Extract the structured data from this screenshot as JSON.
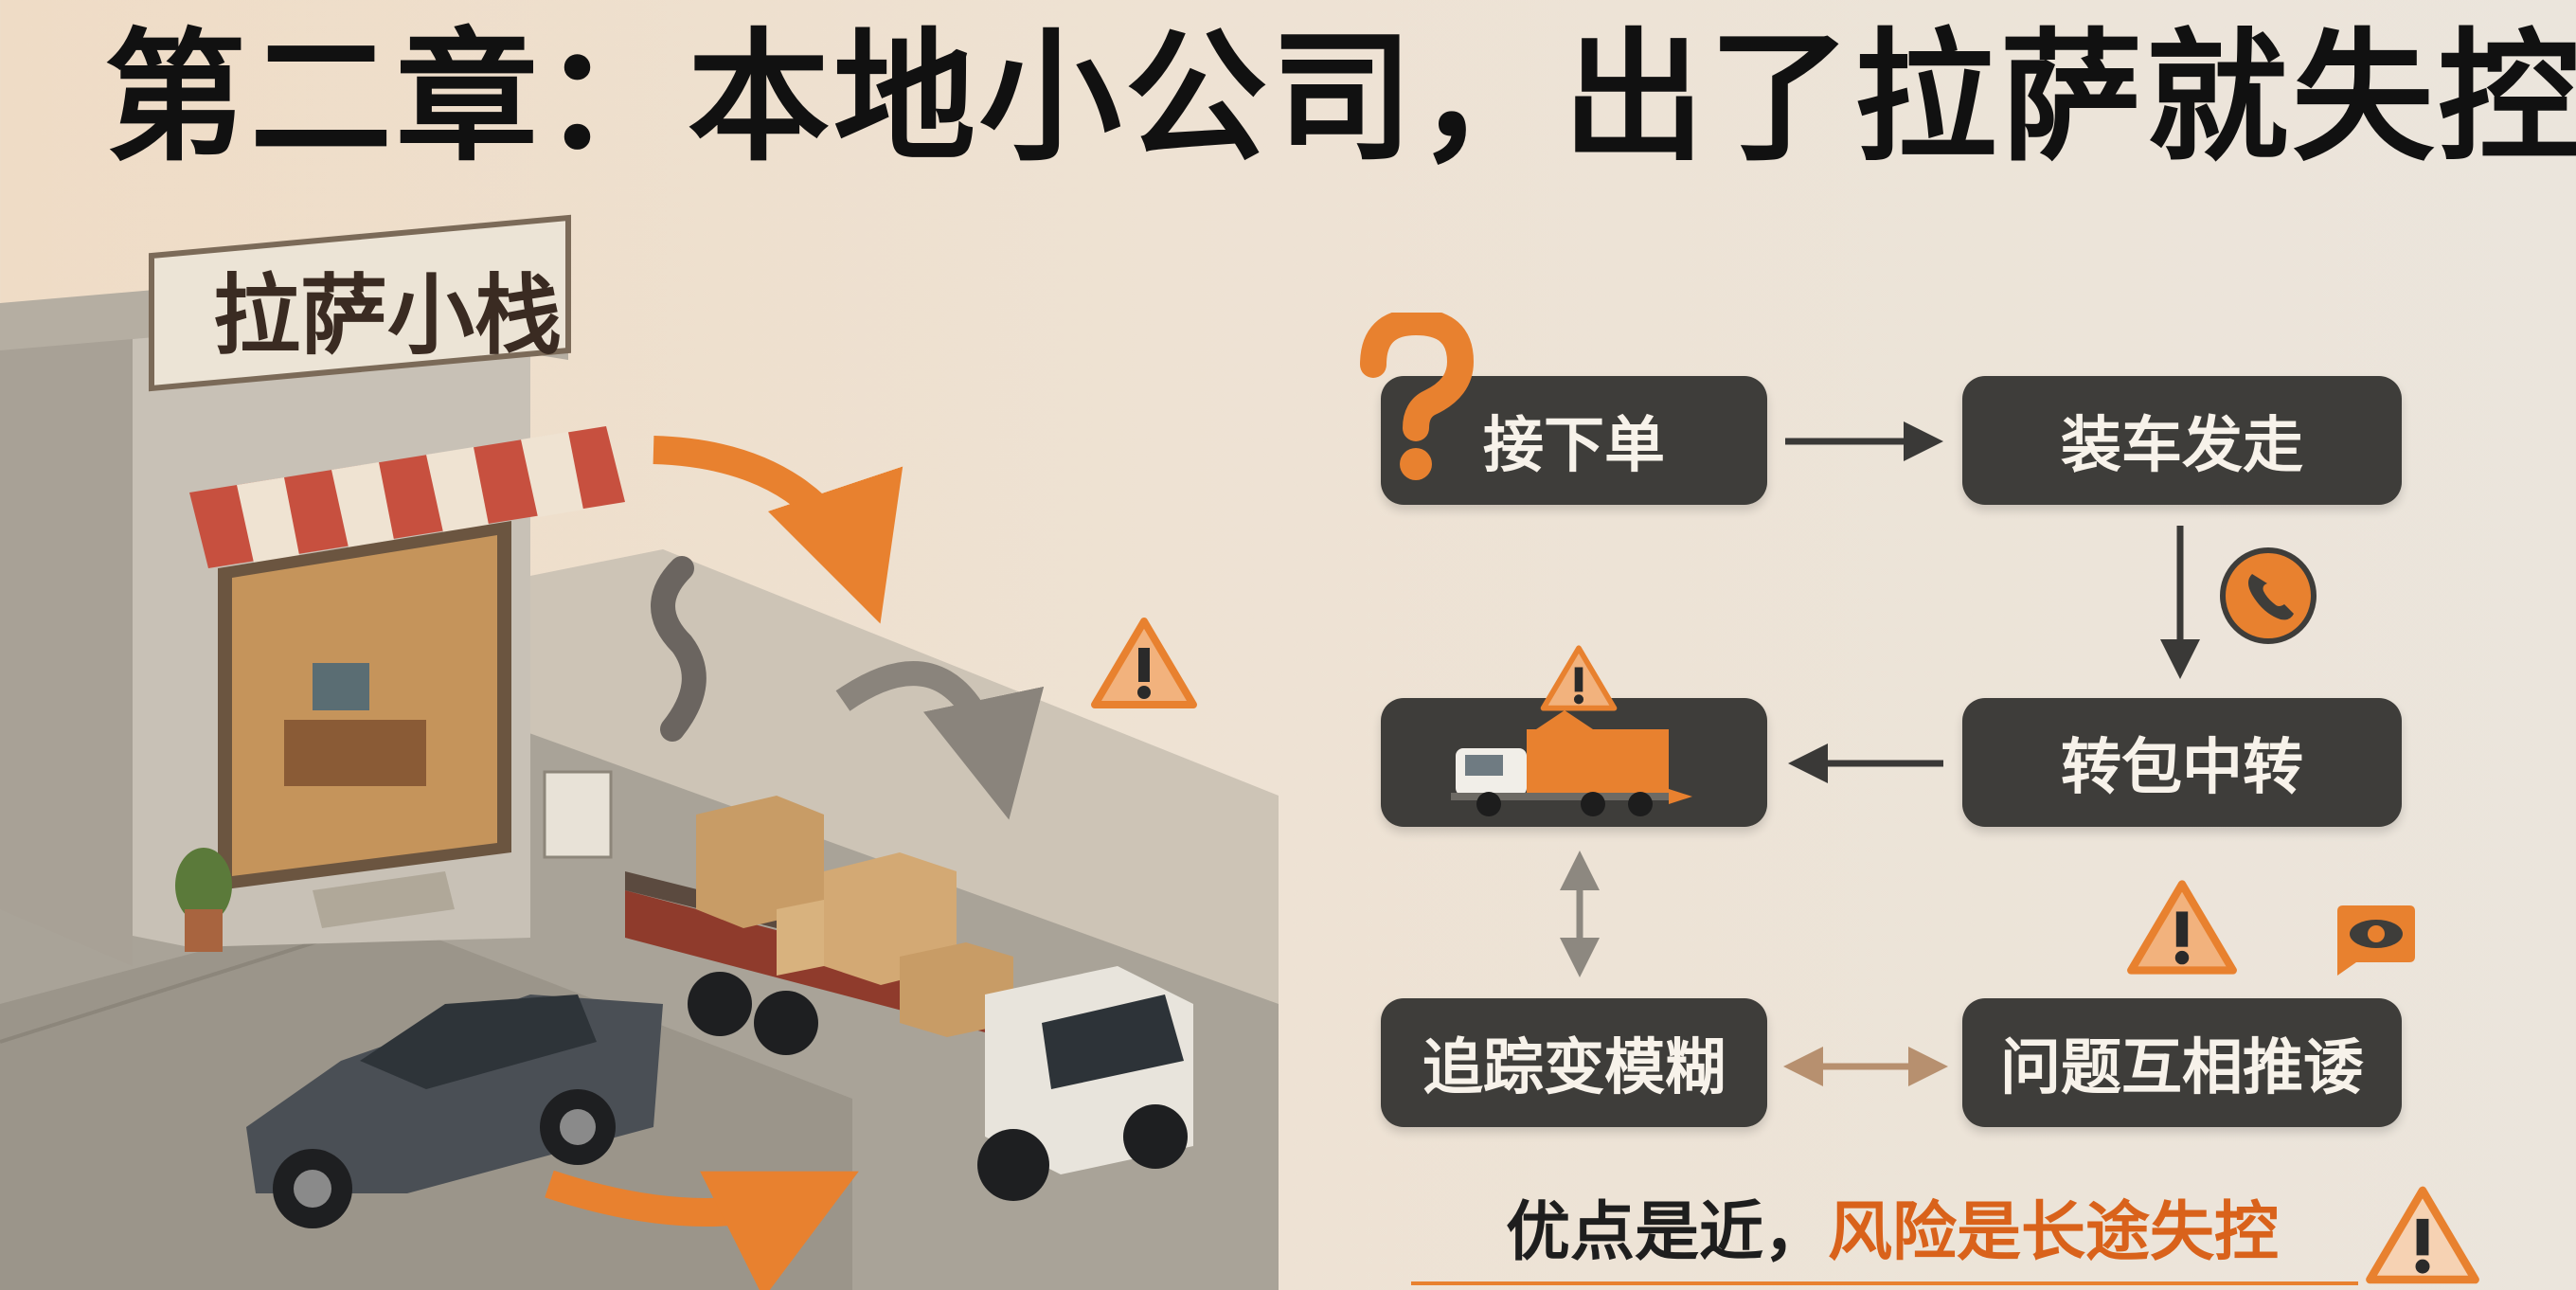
{
  "title": "第二章：本地小公司，出了拉萨就失控",
  "illustration": {
    "shop_sign": "拉萨小栈"
  },
  "flow": {
    "steps": [
      {
        "label": "接下单"
      },
      {
        "label": "装车发走"
      },
      {
        "label": "转包中转"
      },
      {
        "label": ""
      },
      {
        "label": "追踪变模糊"
      },
      {
        "label": "问题互相推诿"
      }
    ]
  },
  "footer": {
    "part1": "优点是近，",
    "part2": "风险是长途失控"
  },
  "icons": [
    "question-mark-icon",
    "phone-icon",
    "warning-icon",
    "truck-icon",
    "eye-icon"
  ],
  "colors": {
    "accent": "#e8812f",
    "node_bg": "#3e3d3a",
    "arrow_dark": "#3a3937",
    "arrow_tan": "#b7906f",
    "background": "#ede2d4"
  }
}
